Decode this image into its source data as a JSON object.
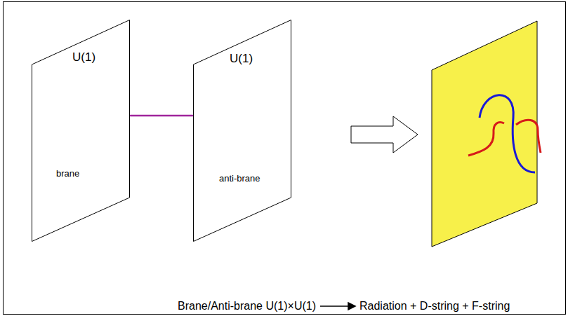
{
  "diagram": {
    "nodes": [
      {
        "text": [
          "U(1)",
          "brane"
        ]
      },
      {
        "text": [
          "U(1)",
          "anti-brane"
        ]
      }
    ],
    "labels": [
      "Brane/Anti-brane  U(1)×U(1)",
      "Radiation + D-string + F-string"
    ]
  }
}
